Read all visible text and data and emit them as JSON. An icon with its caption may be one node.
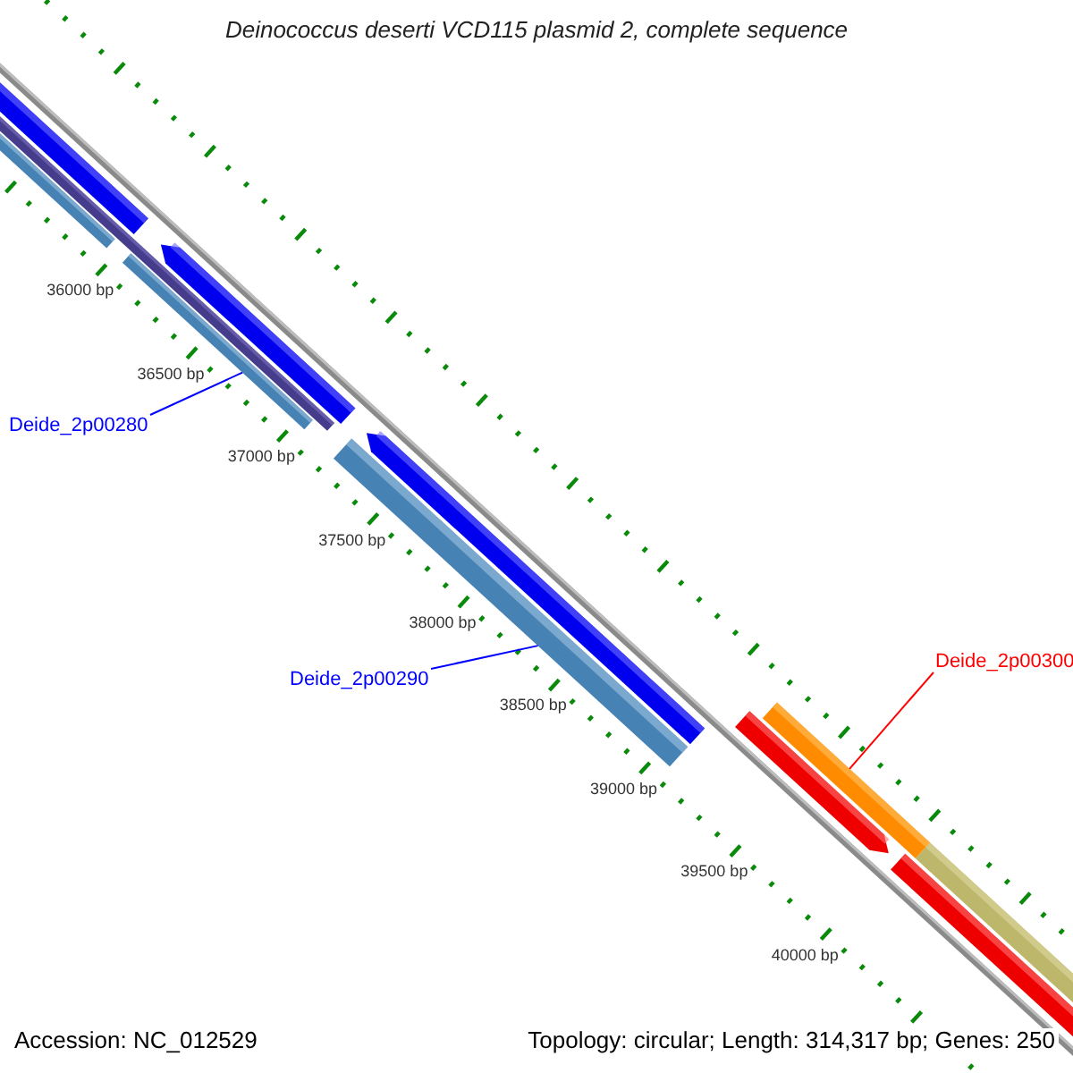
{
  "diagram": {
    "title": "Deinococcus deserti VCD115 plasmid 2, complete sequence",
    "nodes": [
      {
        "text": [
          "Deide_2p00280"
        ]
      },
      {
        "text": [],
        "shape": "bar"
      },
      {
        "text": [
          "Deide_2p00290"
        ]
      },
      {
        "text": [],
        "shape": "bar"
      },
      {
        "text": [
          "Deide_2p00300"
        ]
      },
      {
        "text": [],
        "shape": "bar"
      }
    ],
    "edges": [
      {
        "from": 0,
        "to": 1,
        "arrow": "none"
      },
      {
        "from": 2,
        "to": 3,
        "arrow": "none"
      },
      {
        "from": 4,
        "to": 5,
        "arrow": "none",
        "color": "#ff0000"
      }
    ],
    "labels": [
      "36000 bp",
      "36500 bp",
      "37000 bp",
      "37500 bp",
      "38000 bp",
      "38500 bp",
      "39000 bp",
      "39500 bp",
      "40000 bp",
      "Accession: NC_012529",
      "Topology: circular; Length: 314,317 bp; Genes: 250"
    ]
  }
}
